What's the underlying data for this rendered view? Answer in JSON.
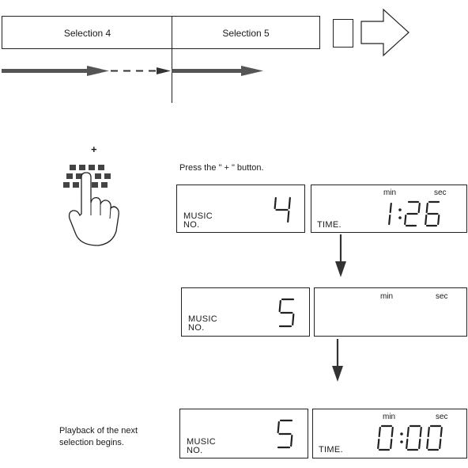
{
  "timeline": {
    "selection_a": "Selection 4",
    "selection_b": "Selection 5"
  },
  "instruction": "Press the \" + \" button.",
  "plus_sign": "+",
  "displays": [
    {
      "music_label": "MUSIC\nNO.",
      "music_digit": "4",
      "time_label": "TIME.",
      "min_label": "min",
      "sec_label": "sec",
      "time_value": "1:26"
    },
    {
      "music_label": "MUSIC\nNO.",
      "music_digit": "5",
      "time_label": "",
      "min_label": "min",
      "sec_label": "sec",
      "time_value": ""
    },
    {
      "music_label": "MUSIC\nNO.",
      "music_digit": "5",
      "time_label": "TIME.",
      "min_label": "min",
      "sec_label": "sec",
      "time_value": "0:00"
    }
  ],
  "caption": "Playback of the next\nselection begins.",
  "icons": [
    "keypad-hand-icon",
    "large-right-arrow-icon",
    "down-arrow-icon"
  ]
}
